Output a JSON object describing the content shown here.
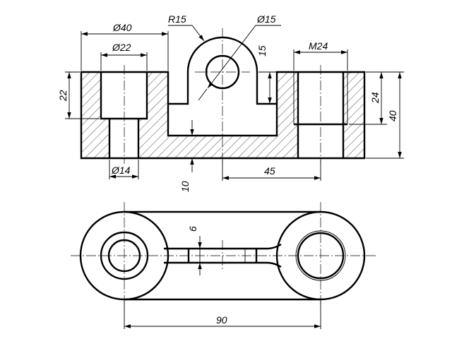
{
  "dimensions": {
    "d40": "Ø40",
    "d22": "Ø22",
    "r15": "R15",
    "d15": "Ø15",
    "h15": "15",
    "m24": "M24",
    "h22": "22",
    "h24": "24",
    "h40": "40",
    "d14": "Ø14",
    "h10": "10",
    "w45": "45",
    "w6": "6",
    "w90": "90"
  },
  "colors": {
    "line": "#000000",
    "background": "#ffffff"
  }
}
